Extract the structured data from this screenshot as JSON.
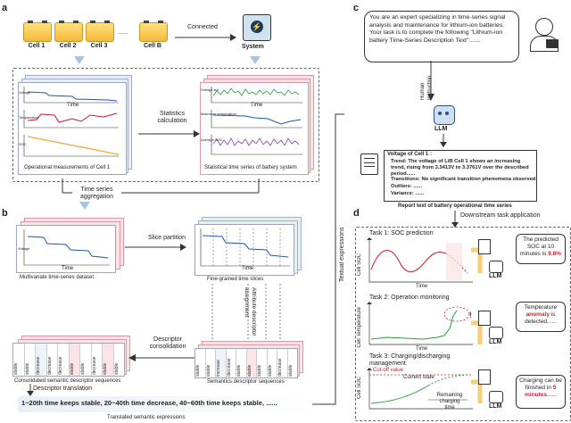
{
  "panels": {
    "a": "a",
    "b": "b",
    "c": "c",
    "d": "d"
  },
  "cells": [
    "Cell 1",
    "Cell 2",
    "Cell 3",
    "Cell B"
  ],
  "ellipsis": "......",
  "connected": "Connected",
  "system": "System",
  "stats_calc": "Statistics calculation",
  "op_measure": "Operational measurements of Cell 1",
  "stat_series": "Statistical time series of battery system",
  "time": "Time",
  "ts_aggregation": "Time series aggregation",
  "left_ylabels": [
    "Voltage",
    "Temperature",
    "SOC"
  ],
  "right_ylabels": [
    "Voltage std",
    "Maximum temperature",
    "Average SOC"
  ],
  "multivariate": "Multivariate time-series dataset",
  "voltage": "Voltage",
  "slice_partition": "Slice partition",
  "fine_grained": "Fine-grained time slices",
  "attr_assign": "Attribute descriptor assignment",
  "desc_consolidation": "Descriptor consolidation",
  "consolidated": "Consolidated semantic descriptor sequences",
  "semantics_seq": "Semantics descriptor sequences",
  "desc_translation": "Descriptor translation",
  "translated_text": "1~20th time keeps stable, 20~40th time decrease, 40~60th time keeps stable, ......",
  "translated_caption": "Translated semantic expressions",
  "seq_words_left": [
    "stable",
    "stable",
    "decrease",
    "decrease",
    "decrease",
    "stable",
    "stable",
    "decrease",
    "stable",
    "stable"
  ],
  "seq_words_right": [
    "stable",
    "stable",
    "increase",
    "decrease",
    "stable",
    "stable",
    "stable",
    "stable",
    "decrease",
    "stable"
  ],
  "instruction": "You are an expert specializing in time-series signal analysis and maintenance for lithium-ion batteries. Your task is to complete the following \"Lithium-ion battery Time-Series Description Text\":......",
  "human_instruction": "Human instruction",
  "llm": "LLM",
  "report_lines": [
    "Voltage of Cell 1 :",
    "Trend: The voltage of LiB Cell 1 shows an increasing trend, rising from 3.3413V to 3.3761V over the described period......",
    "Transitions: No significant transition phenomena observed.",
    "Outliers: ......",
    "Variance: ......"
  ],
  "report_caption": "Report text of battery operational time series",
  "textual_expressions": "Textual expressions",
  "downstream": "Downstream task application",
  "tasks": [
    {
      "title": "Task 1: SOC prediction",
      "ylabel": "Cell SOC",
      "xlabel": "Time",
      "resp_pre": "The predicted SOC at 10 minutes is ",
      "resp_hl": "9.8%",
      "resp_post": ""
    },
    {
      "title": "Task 2: Operation monitoring",
      "ylabel": "Cell Temperature",
      "xlabel": "Time",
      "resp_pre": "Temperature ",
      "resp_hl": "anomaly",
      "resp_post": " is detected......"
    },
    {
      "title": "Task 3: Charging/discharging management",
      "ylabel": "Cell SOC",
      "xlabel": "",
      "resp_pre": "Charging can be finished in ",
      "resp_hl": "5 minutes",
      "resp_post": "......"
    }
  ],
  "cutoff_value": "Cut-off value",
  "current_state": "Current state",
  "remaining_time": "Remaining charging time",
  "colors": {
    "accent_red": "#d21f2e",
    "arrow_blue": "#a9c2e6",
    "green": "#2e9a3a",
    "purple": "#8c3fb0"
  }
}
